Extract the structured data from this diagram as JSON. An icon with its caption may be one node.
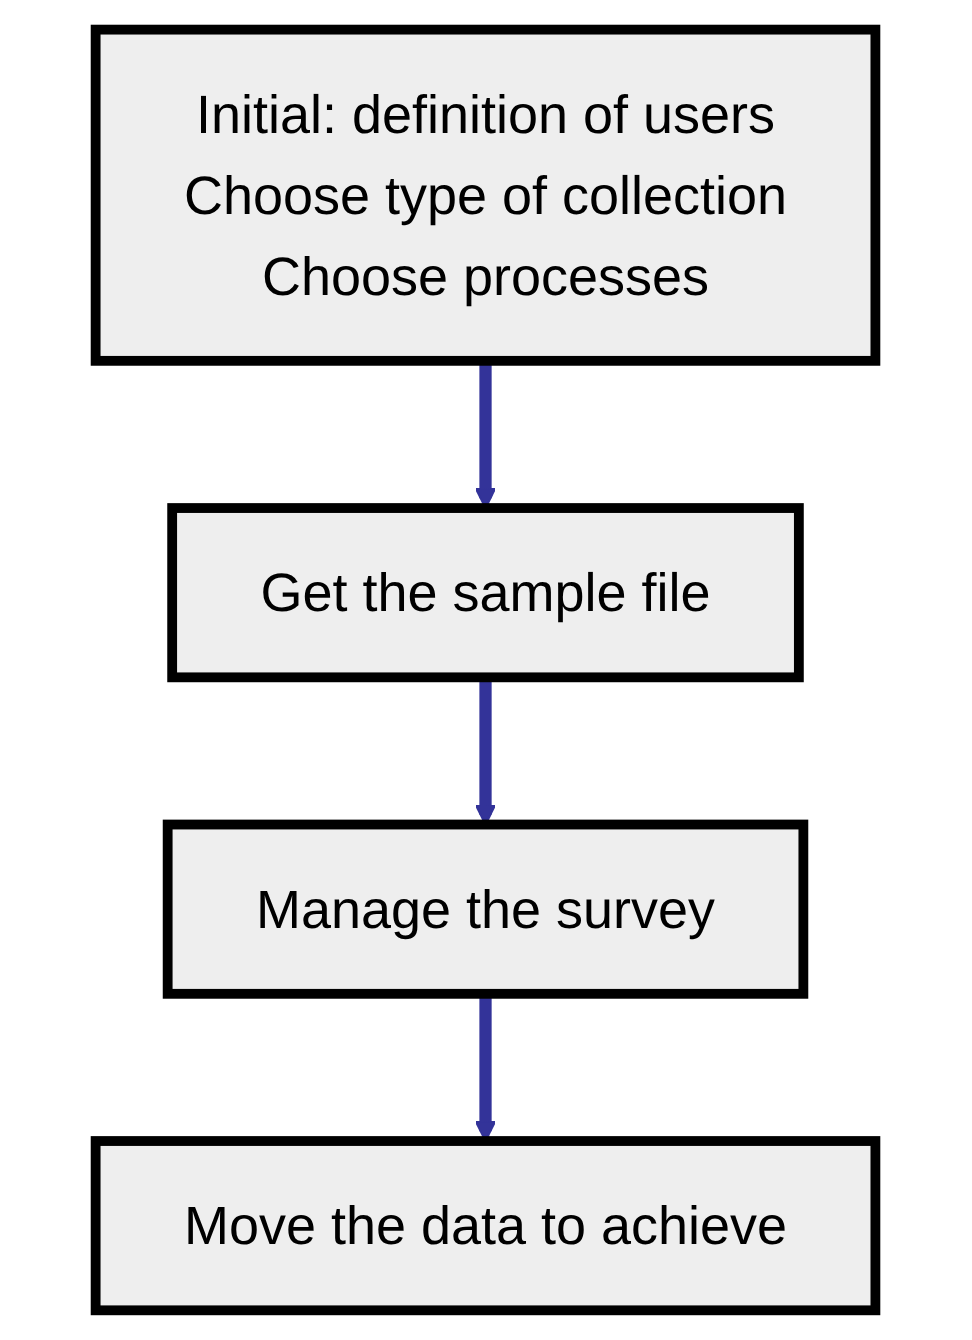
{
  "diagram": {
    "nodes": [
      {
        "text": [
          "Initial: definition of users",
          "Choose type of collection",
          "Choose processes"
        ]
      },
      {
        "text": [
          "Get the sample file"
        ]
      },
      {
        "text": [
          "Manage the survey"
        ]
      },
      {
        "text": [
          "Move the data to achieve"
        ]
      }
    ],
    "edges": [
      {
        "from": 0,
        "to": 1,
        "arrow": "to"
      },
      {
        "from": 1,
        "to": 2,
        "arrow": "to"
      },
      {
        "from": 2,
        "to": 3,
        "arrow": "to"
      }
    ]
  }
}
